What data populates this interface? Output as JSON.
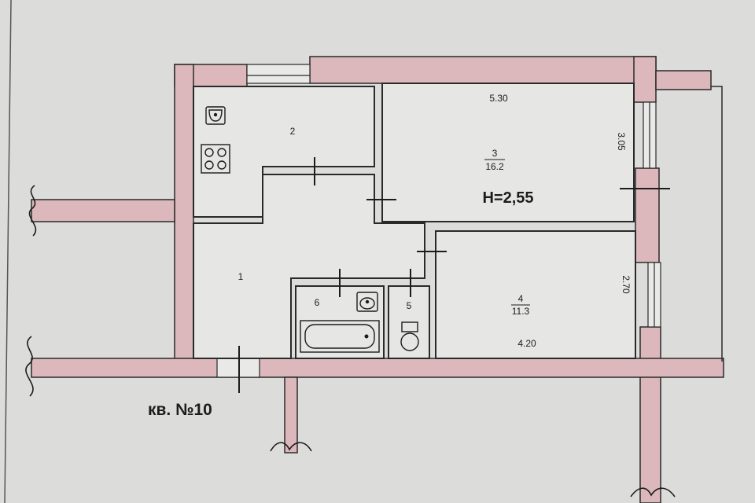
{
  "colors": {
    "paper": "#dcdcda",
    "wall_fill": "#dcb8bc",
    "wall_line": "#2a2a2a",
    "room_fill": "#e6e6e4"
  },
  "plan": {
    "height_note": "H=2,55",
    "apartment_label": "кв. №10",
    "rooms": [
      {
        "number": "1"
      },
      {
        "number": "2"
      },
      {
        "number": "3",
        "area": "16.2"
      },
      {
        "number": "4",
        "area": "11.3"
      },
      {
        "number": "5"
      },
      {
        "number": "6"
      }
    ],
    "dimensions": {
      "room3_width": "5.30",
      "room3_depth": "3.05",
      "room4_width": "4.20",
      "room4_depth": "2.70"
    },
    "fixtures": [
      "kitchen-sink-icon",
      "stove-icon",
      "washbasin-icon",
      "bathtub-icon",
      "toilet-icon"
    ]
  }
}
